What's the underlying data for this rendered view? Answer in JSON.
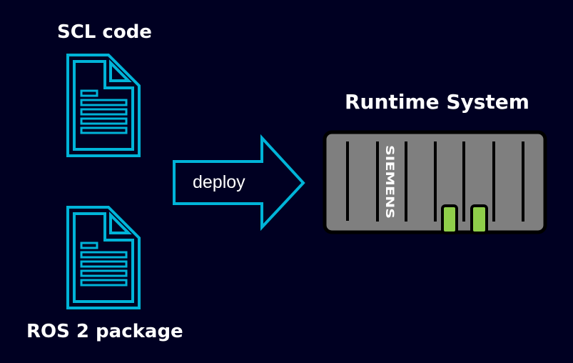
{
  "diagram": {
    "sources": [
      {
        "label": "SCL code",
        "icon": "document-icon"
      },
      {
        "label": "ROS 2 package",
        "icon": "document-icon"
      }
    ],
    "arrow": {
      "label": "deploy",
      "icon": "arrow-right-icon"
    },
    "target": {
      "label": "Runtime System",
      "device_brand": "SIEMENS",
      "icon": "plc-device-icon"
    }
  },
  "colors": {
    "background": "#000022",
    "accent": "#00b4d8",
    "device_body": "#7f7f7f",
    "led": "#8fce4a",
    "text": "#ffffff"
  }
}
